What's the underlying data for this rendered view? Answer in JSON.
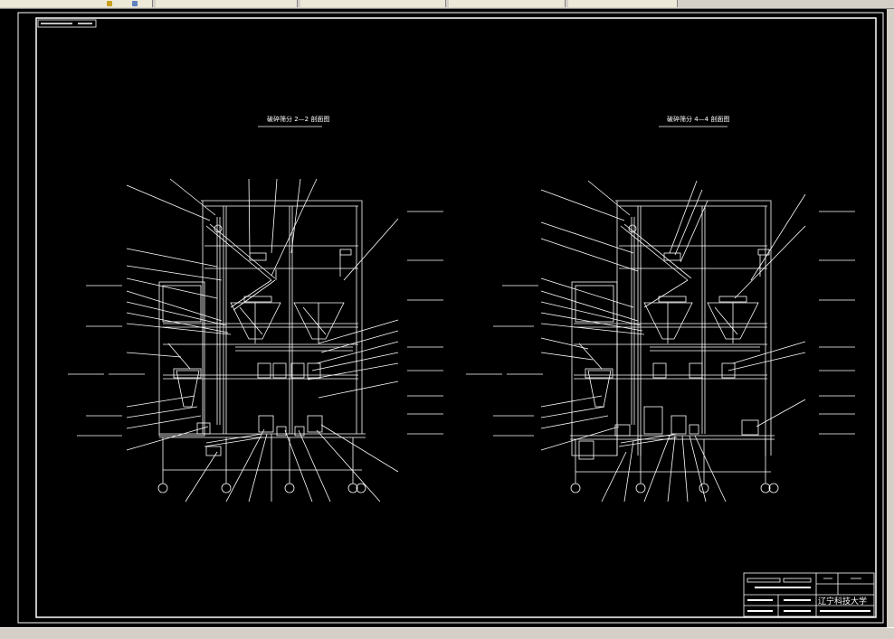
{
  "tabs": [
    {
      "label": "",
      "icons": [
        "cad-file-icon",
        "cad-file-icon"
      ]
    },
    {
      "label": ""
    },
    {
      "label": ""
    },
    {
      "label": ""
    },
    {
      "label": ""
    }
  ],
  "drawing": {
    "left_section_title": "破碎筛分 2—2 剖面图",
    "right_section_title": "破碎筛分 4—4 剖面图",
    "title_block": {
      "university": "辽宁科技大学"
    }
  },
  "colors": {
    "background": "#000000",
    "lines": "#ffffff",
    "chrome": "#d4d0c8"
  }
}
